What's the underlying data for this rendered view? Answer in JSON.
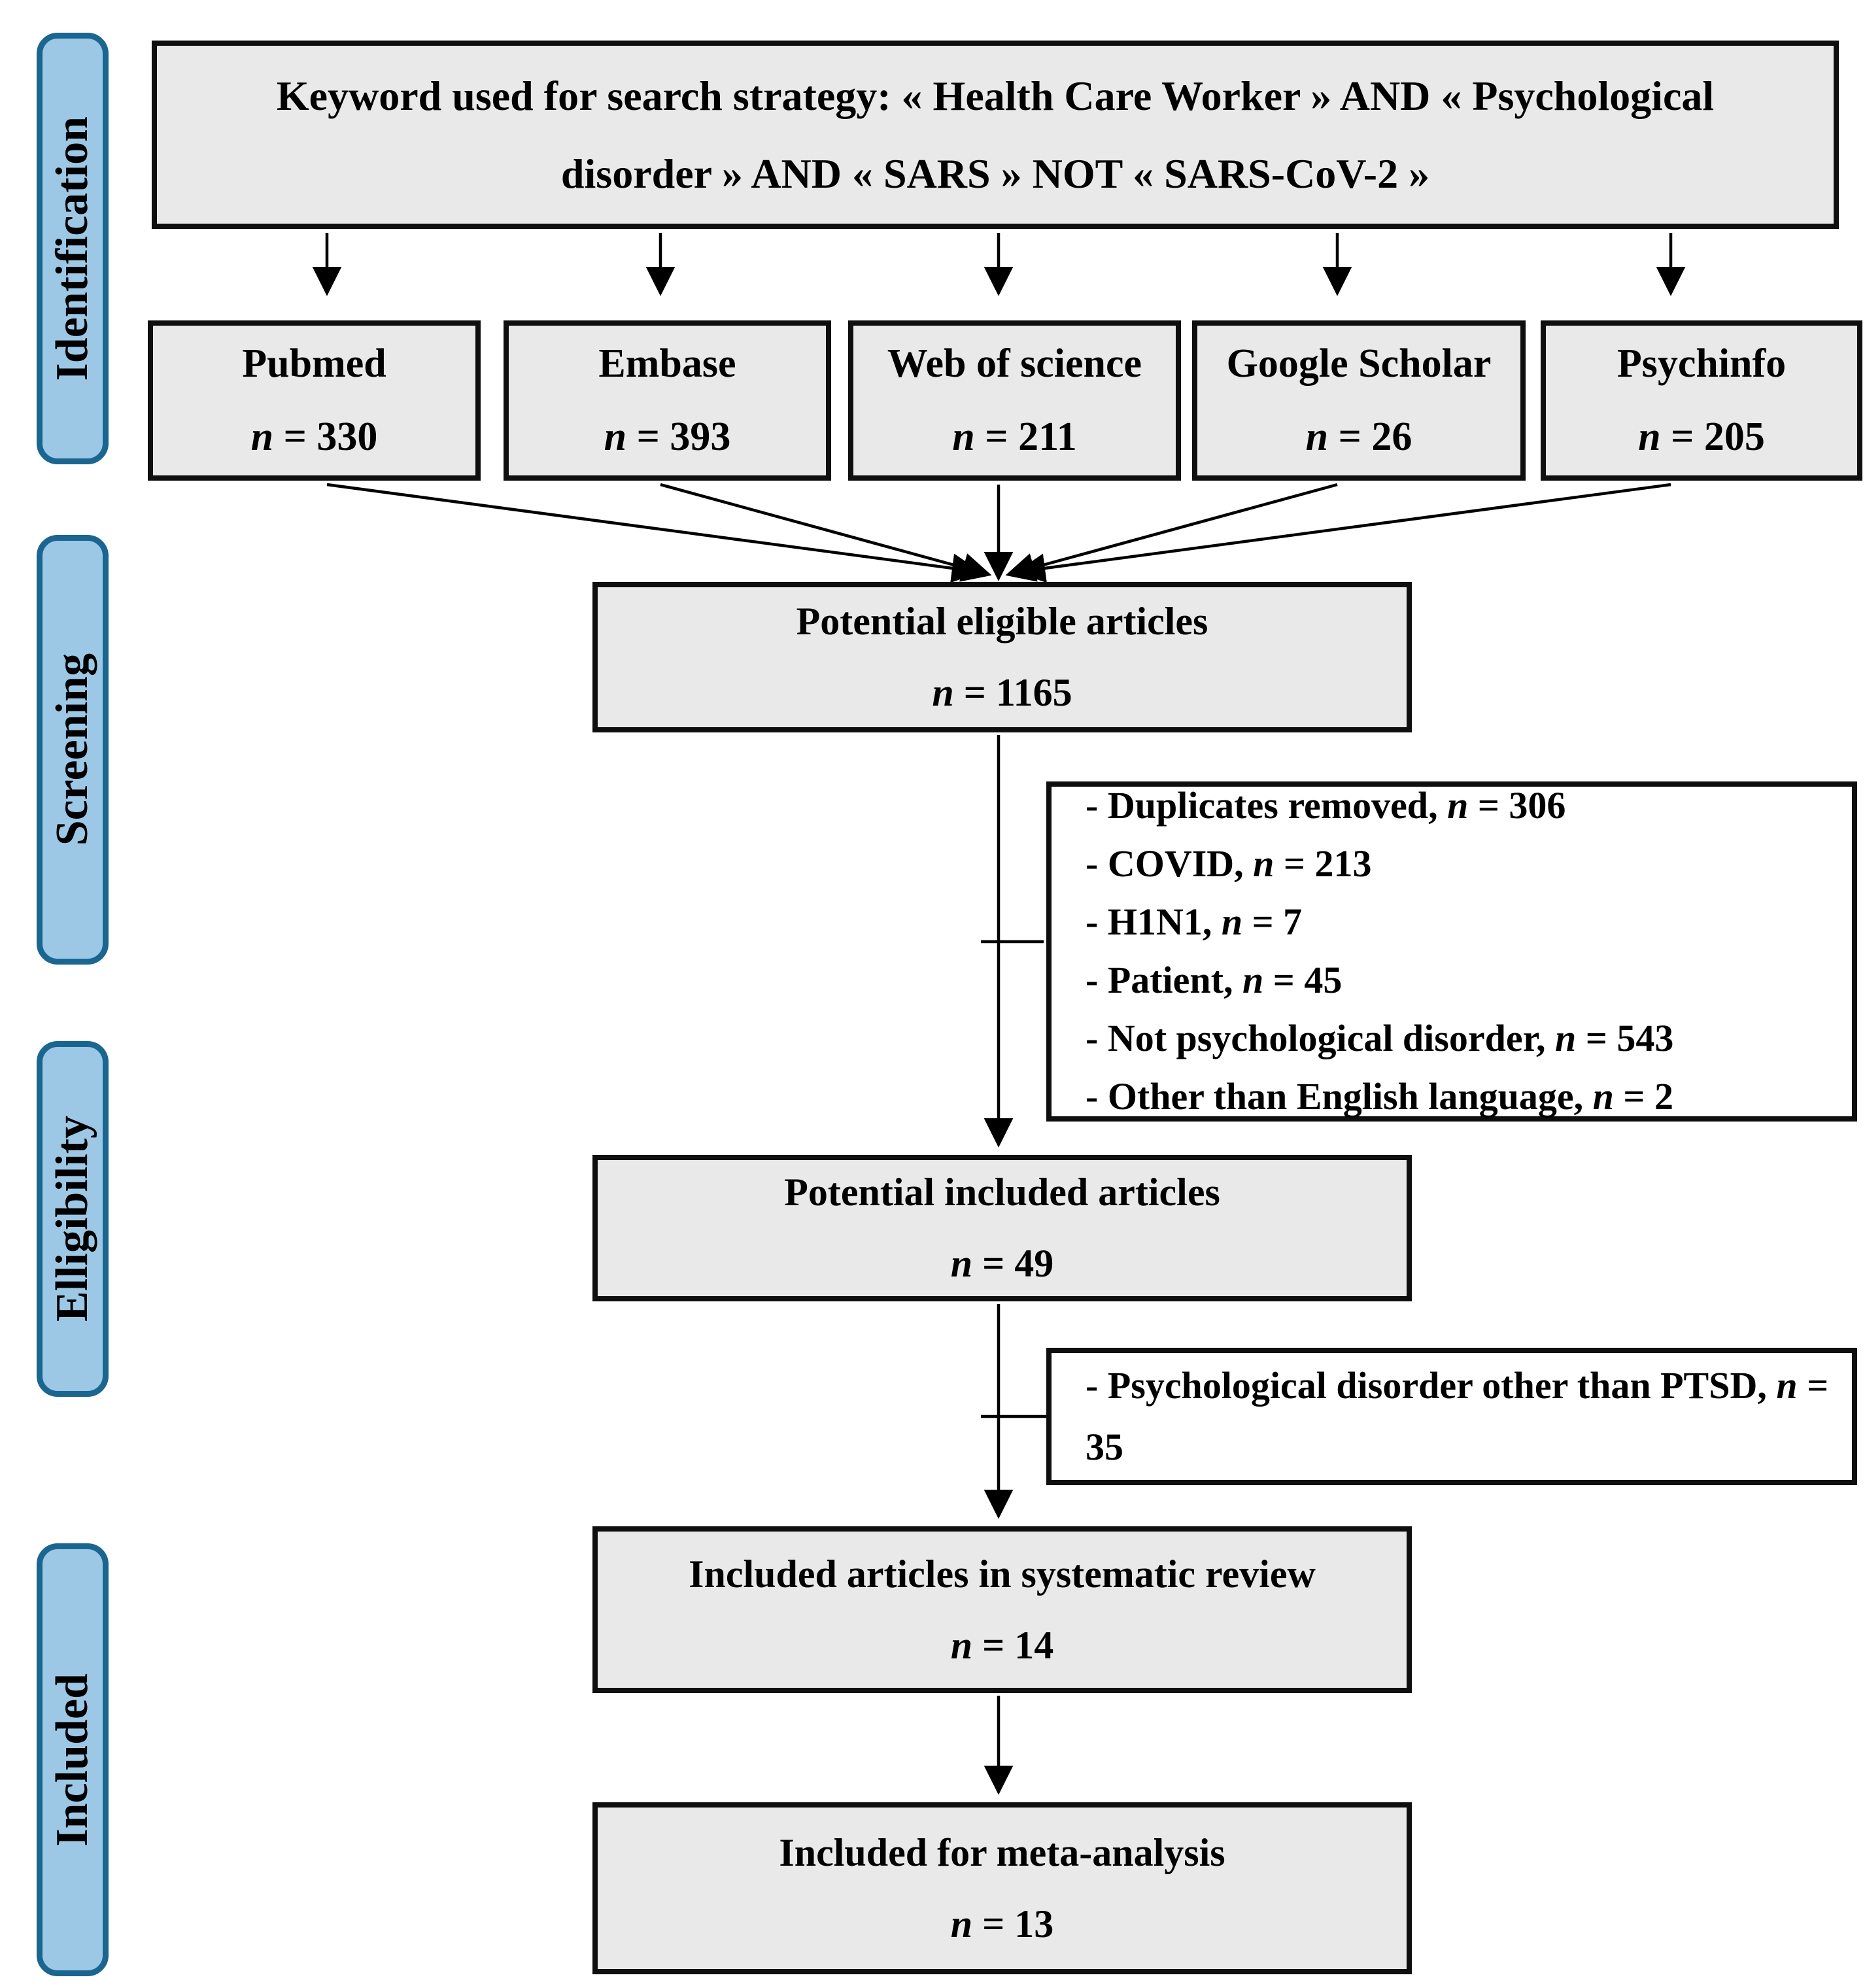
{
  "n_symbol": "n",
  "stages": [
    {
      "label": "Identification"
    },
    {
      "label": "Screening"
    },
    {
      "label": "Elligibility"
    },
    {
      "label": "Included"
    }
  ],
  "keyword_box": {
    "line1": "Keyword used for search strategy: « Health Care Worker » AND « Psychological",
    "line2": "disorder » AND « SARS »  NOT « SARS-CoV-2 »"
  },
  "databases": [
    {
      "name": "Pubmed",
      "n_value": " = 330"
    },
    {
      "name": "Embase",
      "n_value": " = 393"
    },
    {
      "name": "Web of science",
      "n_value": " = 211"
    },
    {
      "name": "Google Scholar",
      "n_value": " = 26"
    },
    {
      "name": "Psychinfo",
      "n_value": " = 205"
    }
  ],
  "nodes": {
    "eligible": {
      "title": "Potential eligible articles",
      "n_value": " = 1165"
    },
    "potential_included": {
      "title": "Potential included articles",
      "n_value": " = 49"
    },
    "systematic_review": {
      "title": "Included articles in systematic review",
      "n_value": " = 14"
    },
    "meta_analysis": {
      "title": "Included for meta-analysis",
      "n_value": " = 13"
    }
  },
  "screening_exclusions": {
    "items": [
      {
        "text": "- Duplicates removed, ",
        "n_value": " = 306"
      },
      {
        "text": "- COVID, ",
        "n_value": " = 213"
      },
      {
        "text": "- H1N1, ",
        "n_value": " = 7"
      },
      {
        "text": "- Patient, ",
        "n_value": " = 45"
      },
      {
        "text": "- Not psychological disorder, ",
        "n_value": " = 543"
      },
      {
        "text": "- Other than English language, ",
        "n_value": " = 2"
      }
    ]
  },
  "eligibility_exclusion": {
    "text": "- Psychological disorder other than PTSD, ",
    "n_value": " = 35"
  },
  "colors": {
    "stage_fill": "#9cc8e6",
    "stage_border": "#1a6690",
    "box_fill": "#e9e9e9",
    "box_border": "#0f0f0f",
    "exclusion_fill": "#ffffff",
    "line_color": "#000000"
  }
}
